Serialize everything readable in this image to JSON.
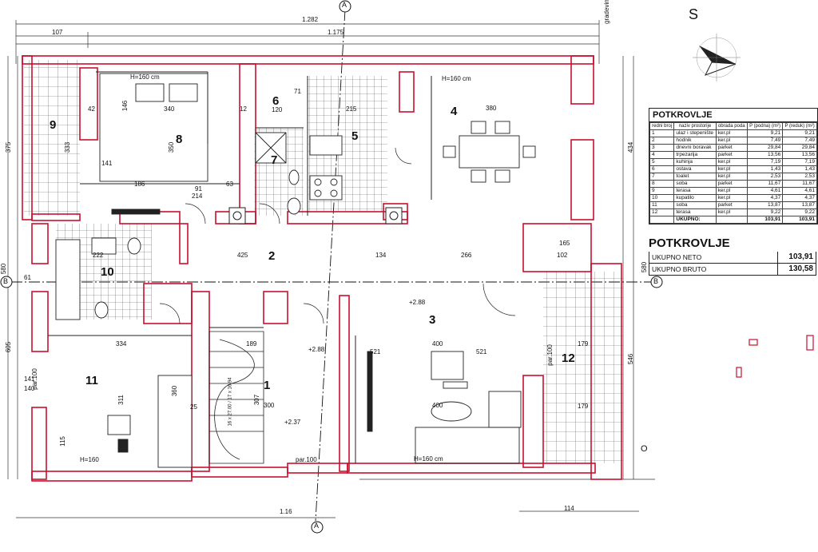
{
  "plan": {
    "top_dims": {
      "overall": "1.282",
      "inner": "1.175",
      "left": "107",
      "plot_label": "gradevins"
    },
    "bottom_dims": {
      "left": "1.16",
      "right": "114"
    },
    "axis_labels": {
      "a_top": "A",
      "a_bottom": "A",
      "b_left": "B",
      "b_right": "B"
    },
    "side_dims": {
      "left_top": "375",
      "left_mid": "605",
      "left_b": "580",
      "right_top": "434",
      "right_b": "580",
      "right_bottom": "546",
      "left_141": "141",
      "left_140": "140"
    },
    "rooms": [
      {
        "no": "1"
      },
      {
        "no": "2"
      },
      {
        "no": "3"
      },
      {
        "no": "4"
      },
      {
        "no": "5"
      },
      {
        "no": "6"
      },
      {
        "no": "7"
      },
      {
        "no": "8"
      },
      {
        "no": "9"
      },
      {
        "no": "10"
      },
      {
        "no": "11"
      },
      {
        "no": "12"
      }
    ],
    "labels": {
      "h160_a": "H=160 cm",
      "h160_b": "H=160 cm",
      "h160_c": "H=160 cm",
      "h160_d": "H=160",
      "level_1": "+2.88",
      "level_2": "+2.88",
      "level_3": "+2.37",
      "par100_a": "par.100",
      "par100_b": "par.100",
      "par100_c": "par.100",
      "stairs": "16 x 27.00 / 17 x 16.94",
      "d340": "340",
      "d380": "380",
      "d425": "425",
      "d266": "266",
      "d521a": "521",
      "d521b": "521",
      "d400a": "400",
      "d400b": "400",
      "d300": "300",
      "d334": "334",
      "d360": "360",
      "d350": "350",
      "d222": "222",
      "d102": "102",
      "d179a": "179",
      "d179b": "179",
      "d189": "189",
      "d307": "307",
      "d91": "91",
      "d214": "214",
      "d42": "42",
      "d12": "12",
      "d25": "25",
      "d61": "61",
      "d120": "120",
      "d71": "71",
      "d141": "141",
      "d186": "186",
      "d333": "333",
      "d134": "134",
      "d311": "311",
      "d115": "115",
      "d215": "215",
      "d146": "146",
      "d165": "165",
      "d63": "63",
      "letter_o": "O"
    }
  },
  "north": {
    "label": "S",
    "icon": "north-arrow-icon"
  },
  "table": {
    "title": "POTKROVLJE",
    "headers": [
      "redni broj",
      "naziv prostorije",
      "obrada poda",
      "P (podna) (m²)",
      "P (reduk) (m²)"
    ],
    "rows": [
      [
        "1",
        "ulaz i stepenište",
        "ker.pl",
        "9,21",
        "9,21"
      ],
      [
        "2",
        "hodnik",
        "ker.pl",
        "7,49",
        "7,49"
      ],
      [
        "3",
        "dnevni boravak",
        "parket",
        "29,84",
        "29,84"
      ],
      [
        "4",
        "trpezarija",
        "parket",
        "13,56",
        "13,56"
      ],
      [
        "5",
        "kuhinja",
        "ker.pl",
        "7,19",
        "7,19"
      ],
      [
        "6",
        "ostava",
        "ker.pl",
        "1,43",
        "1,43"
      ],
      [
        "7",
        "toalet",
        "ker.pl",
        "2,53",
        "2,53"
      ],
      [
        "8",
        "soba",
        "parket",
        "11,67",
        "11,67"
      ],
      [
        "9",
        "terasa",
        "ker.pl",
        "4,61",
        "4,61"
      ],
      [
        "10",
        "kupatilo",
        "ker.pl",
        "4,37",
        "4,37"
      ],
      [
        "11",
        "soba",
        "parket",
        "13,87",
        "13,87"
      ],
      [
        "12",
        "terasa",
        "ker.pl",
        "9,22",
        "9,22"
      ]
    ],
    "total_label": "UKUPNO:",
    "total_a": "103,91",
    "total_b": "103,91"
  },
  "summary": {
    "title": "POTKROVLJE",
    "neto_label": "UKUPNO NETO",
    "neto_value": "103,91",
    "bruto_label": "UKUPNO BRUTO",
    "bruto_value": "130,58"
  },
  "colors": {
    "outline": "#c8102e",
    "ink": "#111111",
    "grid": "#333333"
  }
}
